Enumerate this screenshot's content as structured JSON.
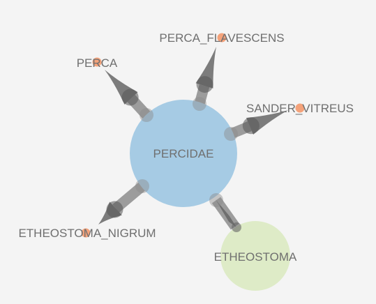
{
  "diagram": {
    "type": "taxonomy-network",
    "background": "#f4f4f4",
    "colors": {
      "center_node": "#a6cbe4",
      "secondary_node": "#deebc7",
      "leaf_node": "#f4a27a",
      "edge": "#8c8c8c",
      "arrow": "#666666",
      "label": "#6f6f6f"
    },
    "center": {
      "id": "percidae",
      "label": "PERCIDAE"
    },
    "nodes": [
      {
        "id": "perca",
        "label": "PERCA",
        "kind": "leaf"
      },
      {
        "id": "perca_flavescens",
        "label": "PERCA_FLAVESCENS",
        "kind": "leaf"
      },
      {
        "id": "sander_vitreus",
        "label": "SANDER_VITREUS",
        "kind": "leaf"
      },
      {
        "id": "etheostoma_nigrum",
        "label": "ETHEOSTOMA_NIGRUM",
        "kind": "leaf"
      },
      {
        "id": "etheostoma",
        "label": "ETHEOSTOMA",
        "kind": "group"
      }
    ],
    "edges": [
      {
        "from": "percidae",
        "to": "perca"
      },
      {
        "from": "percidae",
        "to": "perca_flavescens"
      },
      {
        "from": "percidae",
        "to": "sander_vitreus"
      },
      {
        "from": "percidae",
        "to": "etheostoma_nigrum"
      },
      {
        "from": "percidae",
        "to": "etheostoma"
      }
    ]
  }
}
